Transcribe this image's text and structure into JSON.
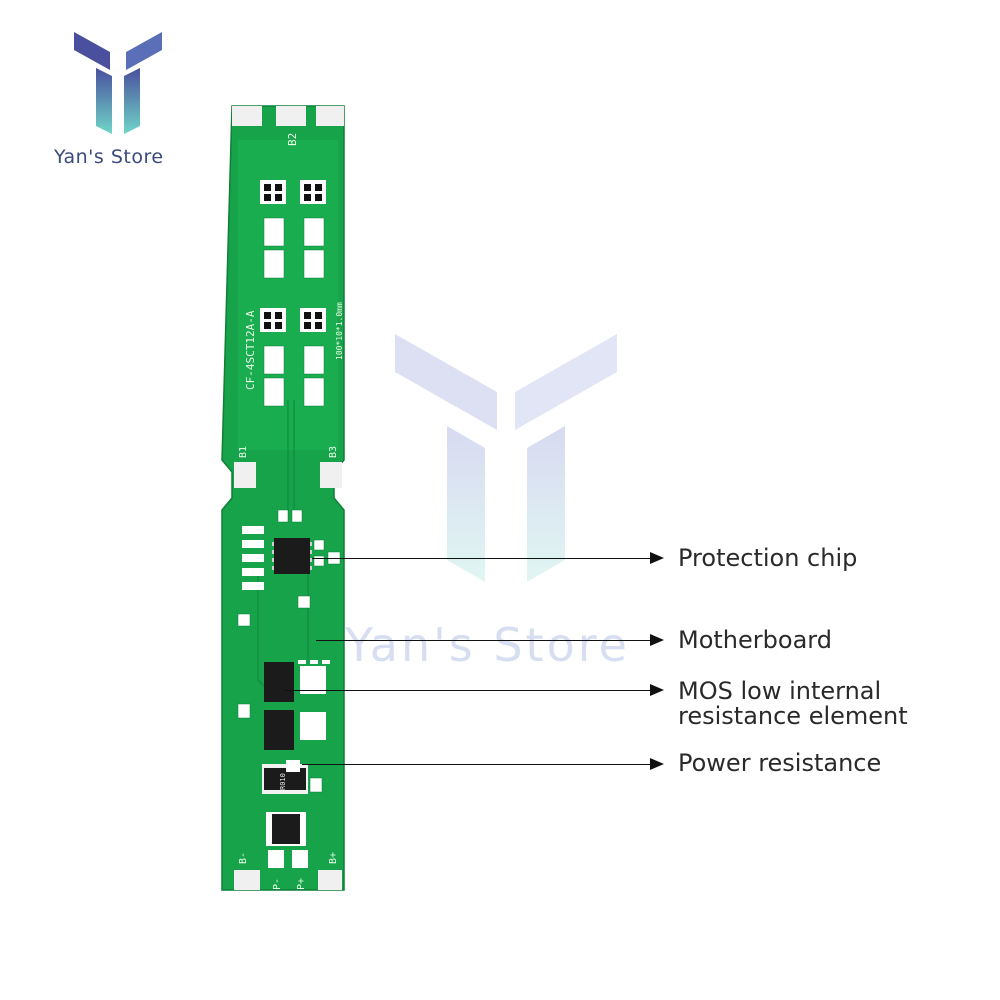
{
  "store": {
    "name": "Yan's Store",
    "watermark": "Yan's Store",
    "logo_colors": {
      "top": "#4a4f9e",
      "bottom": "#6fd6c8"
    }
  },
  "board": {
    "model": "CF-4SCT12A-A",
    "spec": "100*10*1.0mm",
    "pads_top": [
      "B2"
    ],
    "pads_side": [
      "B1",
      "B3"
    ],
    "pads_bottom": [
      "B-",
      "P-",
      "P+",
      "B+"
    ],
    "resistor_code": "R010",
    "color": "#16a34a"
  },
  "callouts": [
    {
      "label": "Protection chip"
    },
    {
      "label": "Motherboard"
    },
    {
      "label": "MOS low internal resistance element"
    },
    {
      "label": "Power resistance"
    }
  ]
}
